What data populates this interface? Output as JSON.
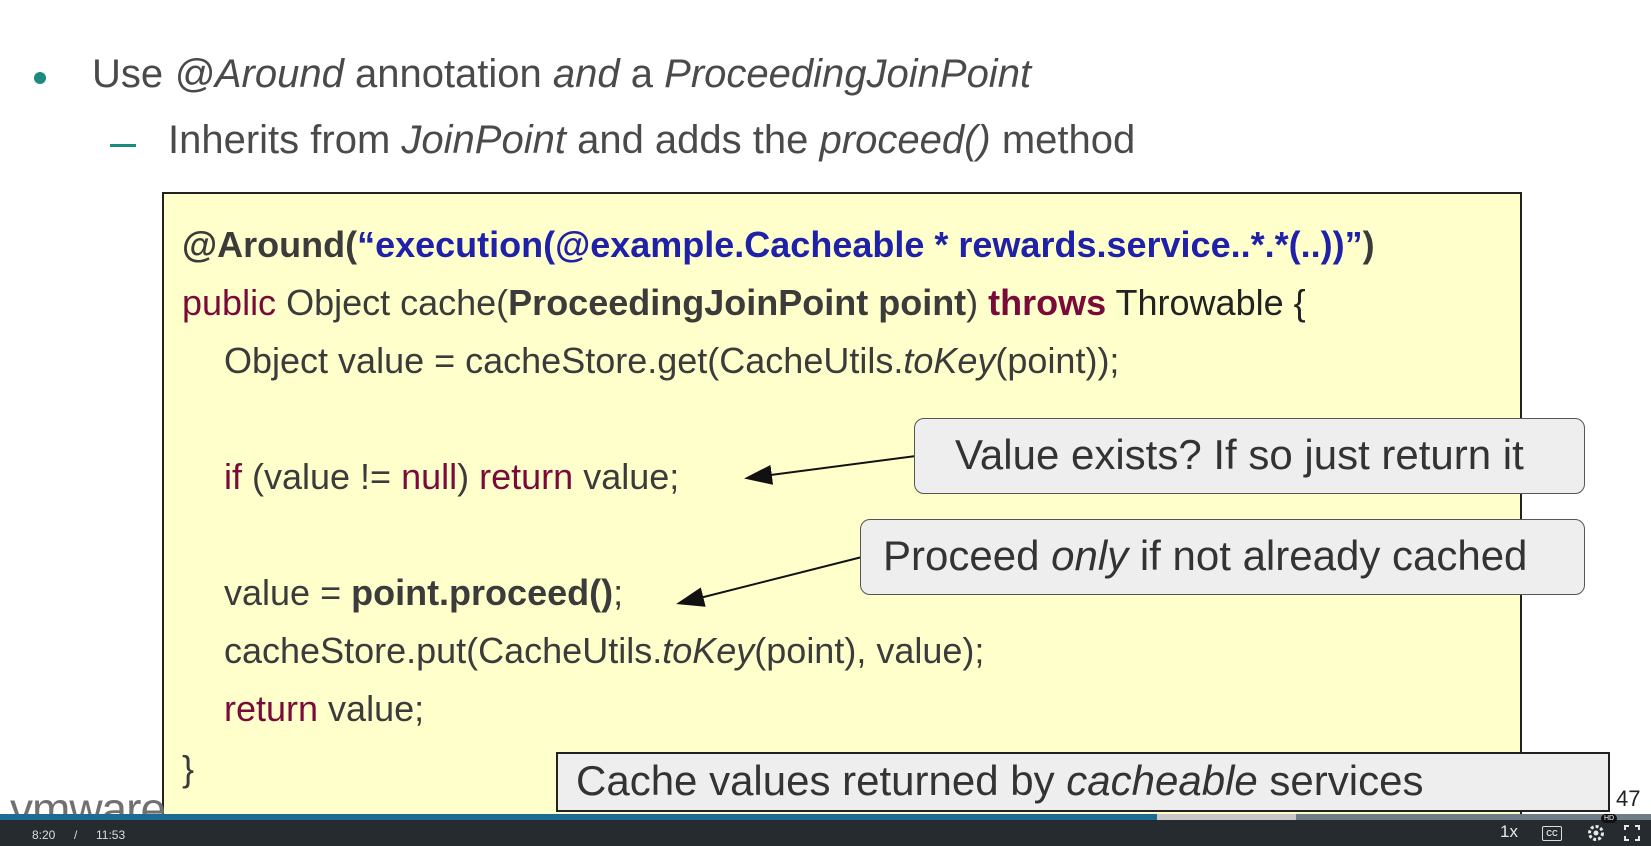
{
  "slide": {
    "bullet": {
      "prefix": "Use ",
      "em1": "@Around",
      "mid1": " annotation ",
      "em2": "and",
      "mid2": " a ",
      "em3": "ProceedingJoinPoint"
    },
    "sub_bullet": {
      "prefix": "Inherits from ",
      "em1": "JoinPoint",
      "mid": " and adds the ",
      "em2": "proceed()",
      "suffix": " method"
    },
    "code": {
      "line1_a": "@Around(",
      "line1_b": "“execution(@example.Cacheable * rewards.service..*.*(..))”",
      "line1_c": ")",
      "line2_kw": "public",
      "line2_a": " Object cache(",
      "line2_b": "ProceedingJoinPoint point",
      "line2_c": ")  ",
      "line2_kw2": "throws",
      "line2_d": " Throwable {",
      "line3_a": "Object value = cacheStore.get(CacheUtils.",
      "line3_it": "toKey",
      "line3_b": "(point));",
      "line4_kw1": "if",
      "line4_a": " (value != ",
      "line4_kw2": "null",
      "line4_b": ")  ",
      "line4_kw3": "return",
      "line4_c": " value;",
      "line5_a": "value = ",
      "line5_b": "point.proceed()",
      "line5_c": ";",
      "line6_a": "cacheStore.put(CacheUtils.",
      "line6_it": "toKey",
      "line6_b": "(point), value);",
      "line7_kw": "return",
      "line7_a": " value;",
      "line8": "}"
    },
    "callout1": "Value exists? If so just return it",
    "callout2": {
      "a": "Proceed ",
      "em": "only",
      "b": " if not already cached"
    },
    "caption": {
      "a": "Cache values returned by ",
      "em": "cacheable",
      "b": " services"
    },
    "logo": "vmware",
    "page_number": "47"
  },
  "player": {
    "current_time": "8:20",
    "separator": "/",
    "duration": "11:53",
    "progress_fraction": 0.701,
    "buffered_fraction": 0.785,
    "speed": "1x",
    "cc_label": "CC",
    "hd_label": "HD",
    "icons": [
      "captions-icon",
      "settings-icon",
      "fullscreen-icon"
    ],
    "colors": {
      "accent": "#1d8a7e",
      "progress": "#1c6b93",
      "keyword": "#7a0a3a",
      "string": "#1f22a8",
      "code_bg": "#ffffcc"
    }
  }
}
